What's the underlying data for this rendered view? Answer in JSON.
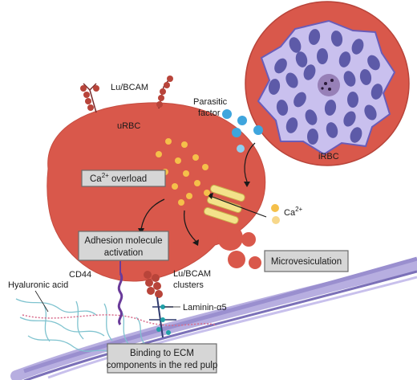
{
  "labels": {
    "lu_bcam_top": "Lu/BCAM",
    "urbc": "uRBC",
    "parasitic_factor_line1": "Parasitic",
    "parasitic_factor_line2": "factor",
    "irbc": "iRBC",
    "ca_ion": "Ca",
    "ca_ion_charge": "2+",
    "cd44": "CD44",
    "hyaluronic_acid": "Hyaluronic acid",
    "lu_bcam_clusters_line1": "Lu/BCAM",
    "lu_bcam_clusters_line2": "clusters",
    "laminin": "Laminin-α5"
  },
  "boxes": {
    "ca_overload_main": "Ca",
    "ca_overload_charge": "2+",
    "ca_overload_suffix": " overload",
    "adhesion_line1": "Adhesion molecule",
    "adhesion_line2": "activation",
    "microvesiculation": "Microvesiculation",
    "binding_line1": "Binding to ECM",
    "binding_line2": "components in the red pulp"
  },
  "colors": {
    "cell_red": "#d9584b",
    "cell_outline": "#b8443a",
    "parasite_purple": "#8a7ccf",
    "parasite_light": "#c9c0ee",
    "vesicle_dark": "#5d5aa8",
    "ca_dot": "#f5c04a",
    "box_fill": "#d6d6d6",
    "box_stroke": "#6b6b6b",
    "ecm_purple": "#9a8fcf",
    "ha_teal": "#7fc3cf",
    "parasitic_blue": "#3fa5dd"
  }
}
